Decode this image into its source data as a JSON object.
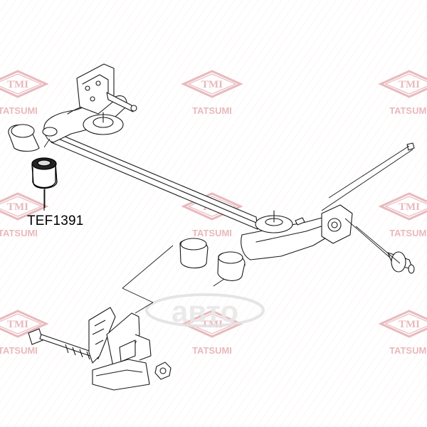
{
  "part_number": "TEF1391",
  "watermark": {
    "logo_text": "TMI",
    "brand_text": "TATSUMI",
    "color": "#e8b9bd",
    "shop_logo_text": "авто",
    "shop_logo_color": "#e3e3e3"
  },
  "line_color": "#1a1a1a"
}
